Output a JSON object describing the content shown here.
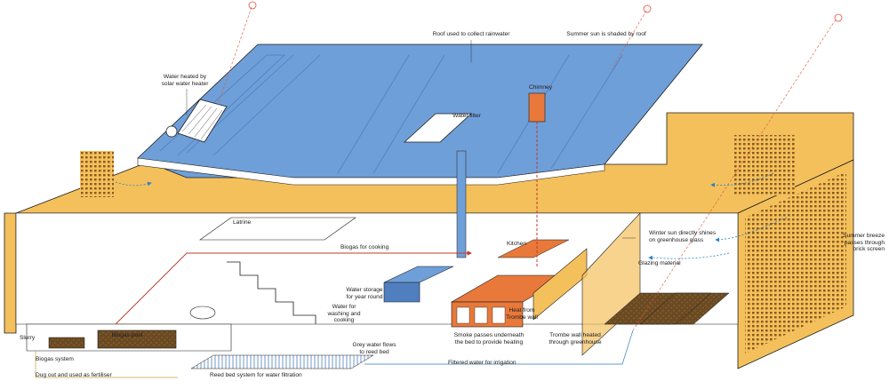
{
  "colors": {
    "roof_blue": "#6f9fd8",
    "roof_blue_dark": "#4f7fbf",
    "wall_yellow": "#f3c05c",
    "wall_yellow_dark": "#e2a83c",
    "brick_orange": "#e8793a",
    "pipe_red": "#c0392b",
    "soil_brown": "#6b4a22",
    "reed_blue": "#7da4cf",
    "sun_red": "#e2533b",
    "line_dark": "#1c1c1c"
  },
  "icons": [
    "sun-icon",
    "airflow-arrow-icon",
    "brick-screen-icon",
    "solar-water-heater-icon",
    "biogas-pool-icon",
    "reed-bed-icon",
    "chimney-icon",
    "pig-icon"
  ],
  "labels": {
    "water_heated": "Water heated by\nsolar water heater",
    "roof_rainwater": "Roof used to collect rainwater",
    "summer_sun": "Summer sun is shaded by roof",
    "chimney": "Chimney",
    "water_filter": "Water filter",
    "latrine": "Latrine",
    "biogas_cooking": "Biogas for cooking",
    "kitchen": "Kitchen",
    "winter_sun": "Winter sun directly shines\non greenhouse glass",
    "summer_breeze": "Summer breeze\npasses through\nbrick screen",
    "glazing": "Glazing material",
    "water_storage": "Water storage\nfor year round",
    "water_washing": "Water for\nwashing and\ncooking",
    "heat_trombe": "Heat from\nTrombe wall",
    "slurry": "Slurry",
    "biogas_pool": "Biogas pool",
    "biogas_system": "Biogas system",
    "grey_water": "Grey water flows\nto reed bed",
    "smoke_passes": "Smoke passes underneath\nthe bed to provide heating",
    "trombe_heated": "Trombe wall heated\nthrough greenhouse",
    "filtered_water": "Filtered water for irrigation",
    "dug_out": "Dug out and used as fertiliser",
    "reed_bed": "Reed bed system for water filtration"
  }
}
